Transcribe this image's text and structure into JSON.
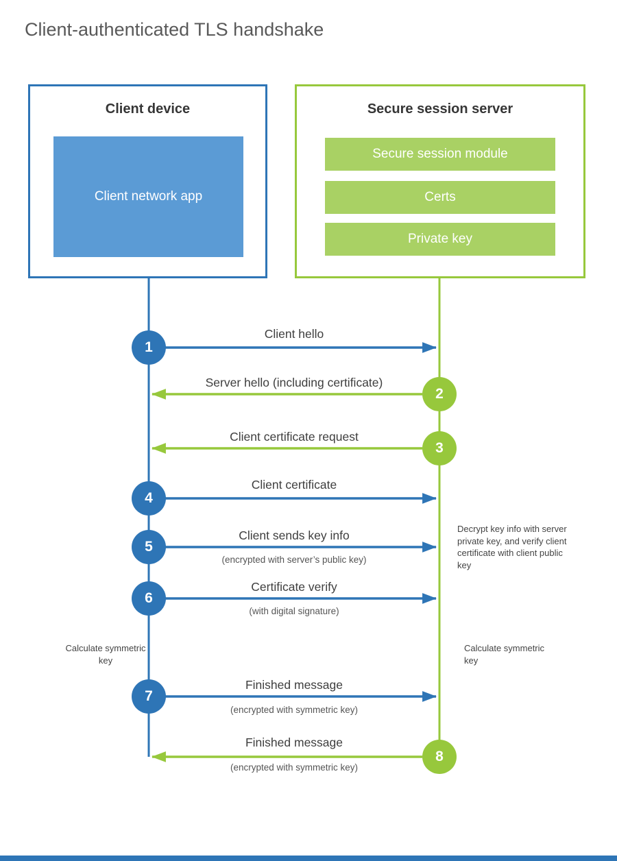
{
  "colors": {
    "blue": "#2e75b6",
    "blue-fill": "#5b9bd5",
    "green": "#97c83c",
    "green-fill": "#a9d164",
    "text-gray": "#595959"
  },
  "title": "Client-authenticated TLS handshake",
  "client": {
    "title": "Client device",
    "app": "Client network app"
  },
  "server": {
    "title": "Secure session server",
    "modules": [
      {
        "label": "Secure session module"
      },
      {
        "label": "Certs"
      },
      {
        "label": "Private key"
      }
    ]
  },
  "steps": [
    {
      "num": "1",
      "label": "Client hello"
    },
    {
      "num": "2",
      "label": "Server hello (including certificate)"
    },
    {
      "num": "3",
      "label": "Client certificate request"
    },
    {
      "num": "4",
      "label": "Client certificate"
    },
    {
      "num": "5",
      "label": "Client sends key info",
      "sub": "(encrypted with server’s public key)"
    },
    {
      "num": "6",
      "label": "Certificate verify",
      "sub": "(with digital signature)"
    },
    {
      "num": "7",
      "label": "Finished message",
      "sub": "(encrypted with symmetric key)"
    },
    {
      "num": "8",
      "label": "Finished message",
      "sub": "(encrypted with symmetric key)"
    }
  ],
  "notes": {
    "decrypt": "Decrypt key info with server private key, and verify client certificate with client public key",
    "client_calc": "Calculate symmetric key",
    "server_calc": "Calculate symmetric key"
  }
}
